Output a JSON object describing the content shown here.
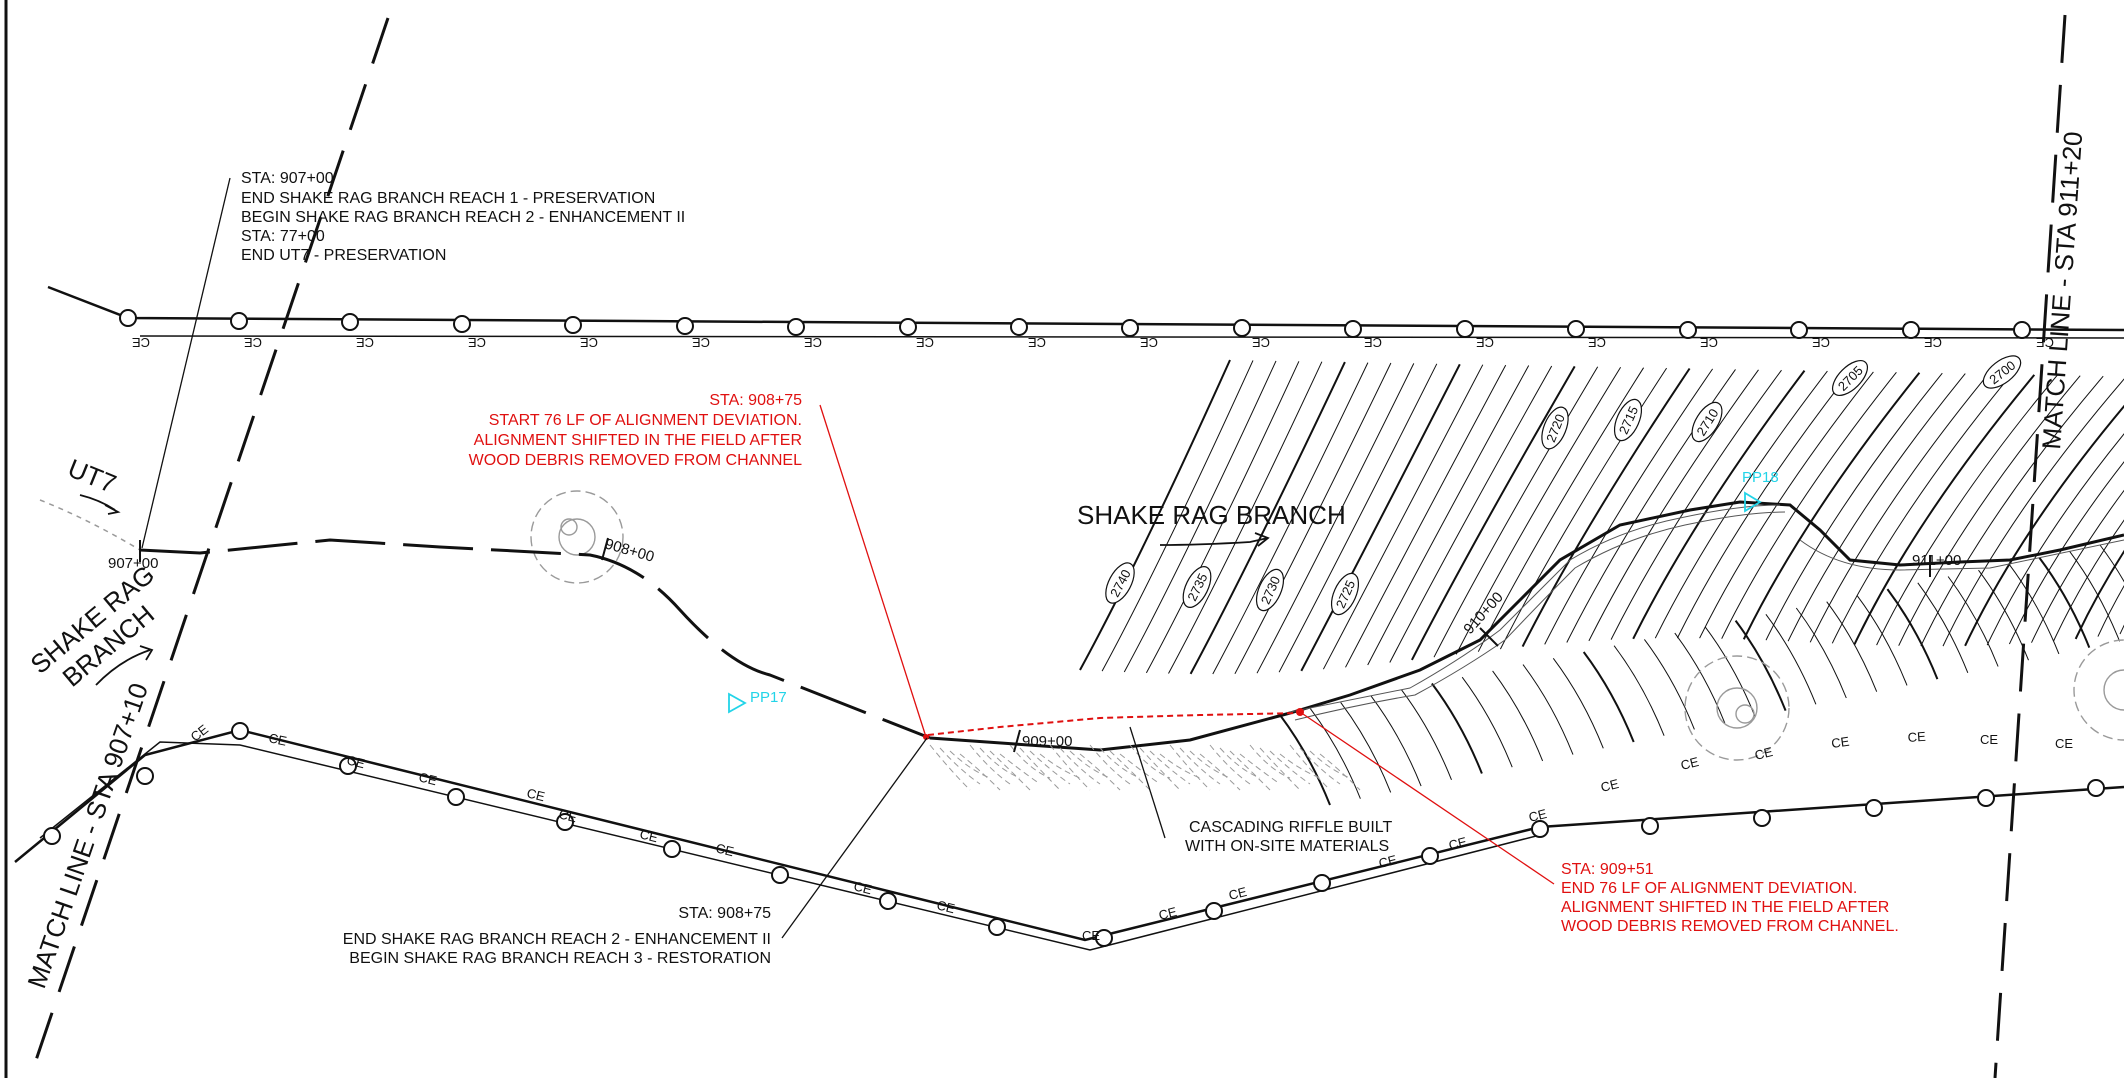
{
  "match_lines": {
    "left": "MATCH LINE - STA 907+10",
    "right": "MATCH LINE - STA 911+20"
  },
  "streams": {
    "ut7": "UT7",
    "shake_rag_branch_left_line1": "SHAKE RAG",
    "shake_rag_branch_left_line2": "BRANCH",
    "shake_rag_branch_main": "SHAKE RAG BRANCH"
  },
  "stations": {
    "s907": "907+00",
    "s908": "908+00",
    "s909": "909+00",
    "s910": "910+00",
    "s911": "911+00"
  },
  "photo_points": {
    "pp17": "PP17",
    "pp18": "PP18"
  },
  "easement_label": "CE",
  "contours": [
    "2740",
    "2735",
    "2730",
    "2725",
    "2720",
    "2715",
    "2710",
    "2705",
    "2700"
  ],
  "notes": {
    "top_left": [
      "STA: 907+00",
      "END SHAKE RAG BRANCH REACH 1 - PRESERVATION",
      "BEGIN SHAKE RAG BRANCH REACH 2 - ENHANCEMENT II",
      "STA: 77+00",
      "END UT7 - PRESERVATION"
    ],
    "red_start": [
      "STA: 908+75",
      "START 76 LF OF ALIGNMENT DEVIATION.",
      "ALIGNMENT SHIFTED IN THE FIELD AFTER",
      "WOOD DEBRIS REMOVED FROM CHANNEL"
    ],
    "bottom_center": [
      "STA: 908+75",
      "END SHAKE RAG BRANCH REACH 2 - ENHANCEMENT  II",
      "BEGIN SHAKE RAG BRANCH REACH 3 - RESTORATION"
    ],
    "riffle": [
      "CASCADING RIFFLE BUILT",
      "WITH ON-SITE MATERIALS"
    ],
    "red_end": [
      "STA: 909+51",
      "END 76 LF OF ALIGNMENT DEVIATION.",
      "ALIGNMENT SHIFTED IN THE FIELD AFTER",
      "WOOD DEBRIS REMOVED FROM CHANNEL."
    ]
  },
  "colors": {
    "linework": "#111111",
    "deviation_red": "#e01010",
    "photo_point_cyan": "#22d4e8",
    "hatch_grey": "#9a9a9a"
  }
}
